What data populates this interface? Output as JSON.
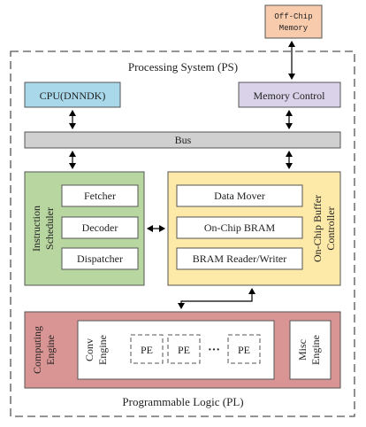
{
  "offchip": {
    "line1": "Off-Chip",
    "line2": "Memory"
  },
  "ps": {
    "title": "Processing System (PS)"
  },
  "cpu": {
    "label": "CPU(DNNDK)"
  },
  "memctrl": {
    "label": "Memory Control"
  },
  "bus": {
    "label": "Bus"
  },
  "scheduler": {
    "title_line1": "Instruction",
    "title_line2": "Scheduler",
    "items": [
      "Fetcher",
      "Decoder",
      "Dispatcher"
    ]
  },
  "buffer": {
    "title_line1": "On-Chip Buffer",
    "title_line2": "Controller",
    "items": [
      "Data Mover",
      "On-Chip BRAM",
      "BRAM Reader/Writer"
    ]
  },
  "computing": {
    "title_line1": "Computing",
    "title_line2": "Engine",
    "conv_line1": "Conv",
    "conv_line2": "Engine",
    "pe": [
      "PE",
      "PE",
      "PE"
    ],
    "ellipsis": "···",
    "misc_line1": "Misc",
    "misc_line2": "Engine"
  },
  "pl": {
    "title": "Programmable Logic (PL)"
  },
  "colors": {
    "offchip_fill": "#f8cbad",
    "cpu_fill": "#a8d8ea",
    "memctrl_fill": "#d9d2e9",
    "bus_fill": "#d0d0d0",
    "scheduler_fill": "#b8d6a0",
    "buffer_fill": "#fde9a8",
    "computing_fill": "#d99594",
    "border": "#555555"
  }
}
